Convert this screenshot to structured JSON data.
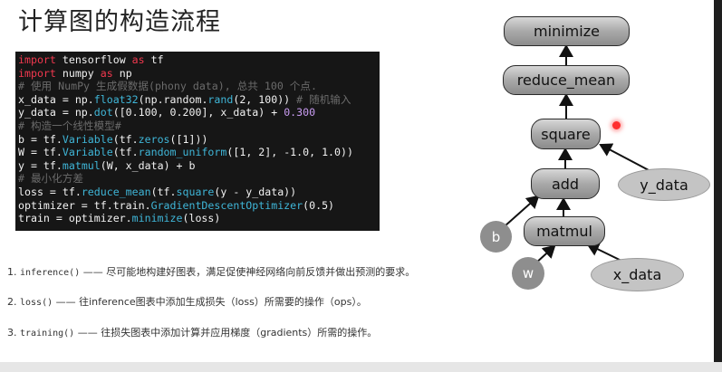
{
  "title": "计算图的构造流程",
  "code_lines": [
    [
      {
        "t": "import",
        "c": "kw"
      },
      {
        "t": " tensorflow ",
        "c": ""
      },
      {
        "t": "as",
        "c": "kw"
      },
      {
        "t": " tf",
        "c": ""
      }
    ],
    [
      {
        "t": "import",
        "c": "kw"
      },
      {
        "t": " numpy ",
        "c": ""
      },
      {
        "t": "as",
        "c": "kw"
      },
      {
        "t": " np",
        "c": ""
      }
    ],
    [
      {
        "t": "# 使用 NumPy 生成假数据(phony data), 总共 100 个点.",
        "c": "cm"
      }
    ],
    [
      {
        "t": "x_data = np.",
        "c": ""
      },
      {
        "t": "float32",
        "c": "fn"
      },
      {
        "t": "(np.random.",
        "c": ""
      },
      {
        "t": "rand",
        "c": "fn"
      },
      {
        "t": "(2, 100)) ",
        "c": ""
      },
      {
        "t": "# 随机输入",
        "c": "cm"
      }
    ],
    [
      {
        "t": "y_data = np.",
        "c": ""
      },
      {
        "t": "dot",
        "c": "fn"
      },
      {
        "t": "([0.100, 0.200], x_data) + ",
        "c": ""
      },
      {
        "t": "0.300",
        "c": "nm"
      }
    ],
    [
      {
        "t": "# 构造一个线性模型#",
        "c": "cm"
      }
    ],
    [
      {
        "t": "b = tf.",
        "c": ""
      },
      {
        "t": "Variable",
        "c": "fn"
      },
      {
        "t": "(tf.",
        "c": ""
      },
      {
        "t": "zeros",
        "c": "fn"
      },
      {
        "t": "([1]))",
        "c": ""
      }
    ],
    [
      {
        "t": "W = tf.",
        "c": ""
      },
      {
        "t": "Variable",
        "c": "fn"
      },
      {
        "t": "(tf.",
        "c": ""
      },
      {
        "t": "random_uniform",
        "c": "fn"
      },
      {
        "t": "([1, 2], -1.0, 1.0))",
        "c": ""
      }
    ],
    [
      {
        "t": "y = tf.",
        "c": ""
      },
      {
        "t": "matmul",
        "c": "fn"
      },
      {
        "t": "(W, x_data) + b",
        "c": ""
      }
    ],
    [
      {
        "t": "# 最小化方差",
        "c": "cm"
      }
    ],
    [
      {
        "t": "loss = tf.",
        "c": ""
      },
      {
        "t": "reduce_mean",
        "c": "fn"
      },
      {
        "t": "(tf.",
        "c": ""
      },
      {
        "t": "square",
        "c": "fn"
      },
      {
        "t": "(y - y_data))",
        "c": ""
      }
    ],
    [
      {
        "t": "optimizer = tf.train.",
        "c": ""
      },
      {
        "t": "GradientDescentOptimizer",
        "c": "fn"
      },
      {
        "t": "(0.5)",
        "c": ""
      }
    ],
    [
      {
        "t": "train = optimizer.",
        "c": ""
      },
      {
        "t": "minimize",
        "c": "fn"
      },
      {
        "t": "(loss)",
        "c": ""
      }
    ]
  ],
  "notes": [
    {
      "num": "1.",
      "code": "inference()",
      "dash": "——",
      "text": "尽可能地构建好图表，满足促使神经网络向前反馈并做出预测的要求。"
    },
    {
      "num": "2.",
      "code": "loss()",
      "dash": "——",
      "text": "往inference图表中添加生成损失（loss）所需要的操作（ops）。"
    },
    {
      "num": "3.",
      "code": "training()",
      "dash": "——",
      "text": "往损失图表中添加计算并应用梯度（gradients）所需的操作。"
    }
  ],
  "graph": {
    "minimize": "minimize",
    "reduce_mean": "reduce_mean",
    "square": "square",
    "add": "add",
    "matmul": "matmul",
    "y_data": "y_data",
    "x_data": "x_data",
    "b": "b",
    "w": "w"
  }
}
